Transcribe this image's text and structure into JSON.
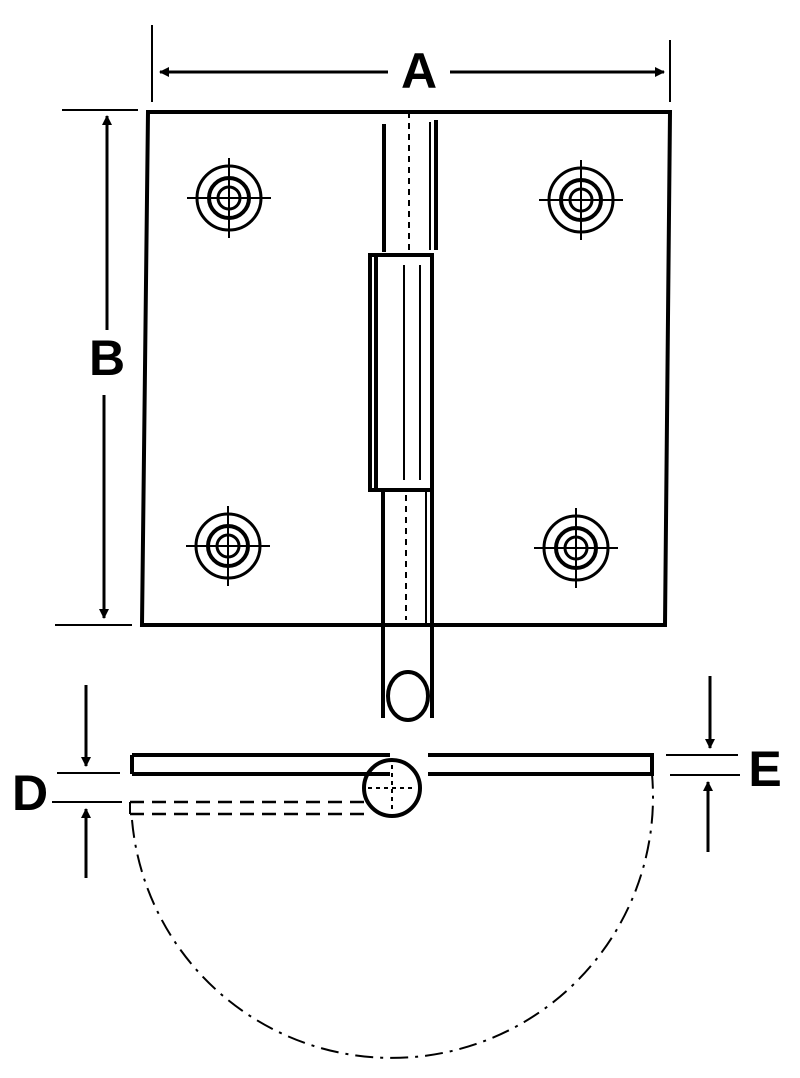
{
  "labels": {
    "a": "A",
    "b": "B",
    "d": "D",
    "e": "E"
  },
  "colors": {
    "ink": "#000000",
    "paper": "#ffffff"
  }
}
